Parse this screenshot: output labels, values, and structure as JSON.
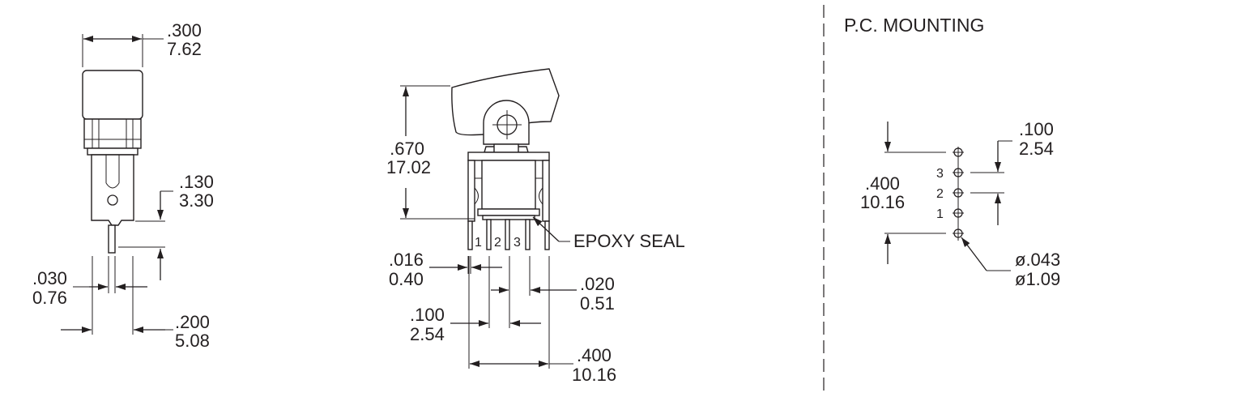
{
  "section_title": "P.C. MOUNTING",
  "side_view": {
    "width": [
      ".300",
      "7.62"
    ],
    "terminal_offset": [
      ".130",
      "3.30"
    ],
    "terminal_thickness": [
      ".030",
      "0.76"
    ],
    "terminal_spacing": [
      ".200",
      "5.08"
    ]
  },
  "front_view": {
    "height": [
      ".670",
      "17.02"
    ],
    "pin_labels": [
      "1",
      "2",
      "3"
    ],
    "seal_label": "EPOXY SEAL",
    "pin_thickness": [
      ".016",
      "0.40"
    ],
    "pin_width": [
      ".020",
      "0.51"
    ],
    "pin_pitch": [
      ".100",
      "2.54"
    ],
    "overall_width": [
      ".400",
      "10.16"
    ]
  },
  "pc_mounting": {
    "pitch": [
      ".100",
      "2.54"
    ],
    "span": [
      ".400",
      "10.16"
    ],
    "hole_labels": [
      "3",
      "2",
      "1"
    ],
    "hole_dia": [
      "ø.043",
      "ø1.09"
    ]
  }
}
